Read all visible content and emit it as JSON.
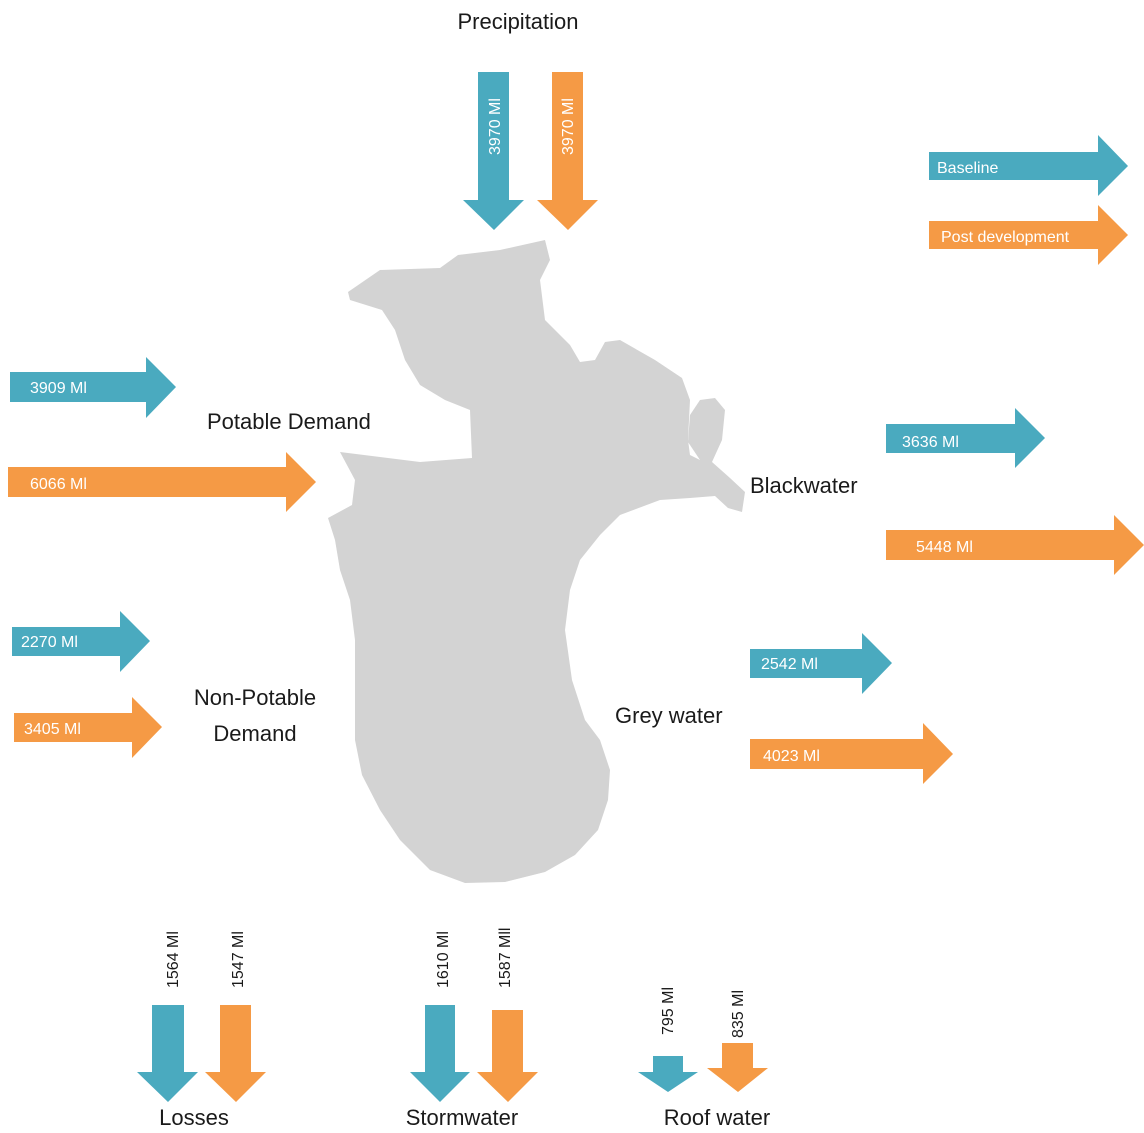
{
  "colors": {
    "baseline": "#4aaabf",
    "post": "#f59a45",
    "land": "#d3d3d3"
  },
  "legend": {
    "baseline": "Baseline",
    "post": "Post development"
  },
  "labels": {
    "precipitation": "Precipitation",
    "potable": "Potable Demand",
    "non_potable_1": "Non-Potable",
    "non_potable_2": "Demand",
    "blackwater": "Blackwater",
    "grey_water": "Grey water",
    "losses": "Losses",
    "stormwater": "Stormwater",
    "roof_water": "Roof water"
  },
  "values": {
    "precipitation_baseline": "3970 Ml",
    "precipitation_post": "3970 Ml",
    "potable_baseline": "3909 Ml",
    "potable_post": "6066 Ml",
    "non_potable_baseline": "2270 Ml",
    "non_potable_post": "3405 Ml",
    "blackwater_baseline": "3636 Ml",
    "blackwater_post": "5448 Ml",
    "grey_baseline": "2542 Ml",
    "grey_post": "4023 Ml",
    "losses_baseline": "1564 Ml",
    "losses_post": "1547 Ml",
    "stormwater_baseline": "1610 Ml",
    "stormwater_post": "1587 Mll",
    "roof_baseline": "795 Ml",
    "roof_post": "835 Ml"
  }
}
